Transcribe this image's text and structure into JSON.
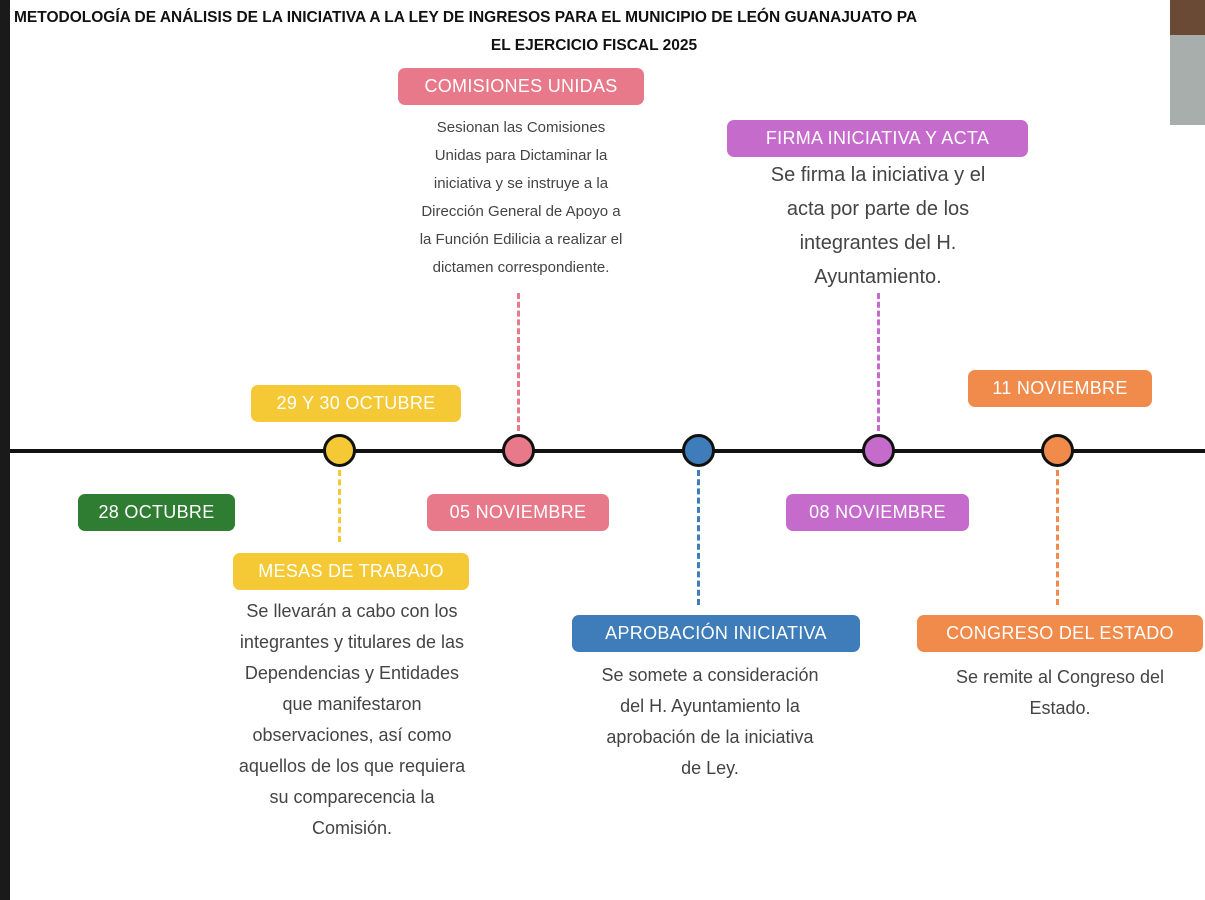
{
  "title": {
    "line1": "METODOLOGÍA DE ANÁLISIS DE LA INICIATIVA A LA LEY DE INGRESOS PARA EL MUNICIPIO DE LEÓN GUANAJUATO PA",
    "line2": "EL EJERCICIO FISCAL 2025"
  },
  "colors": {
    "green": "#2f7d32",
    "yellow": "#f4c935",
    "pink": "#e8798a",
    "blue": "#3e7dba",
    "purple": "#c56bcc",
    "orange": "#f08b4c"
  },
  "milestones": [
    {
      "date": "28 OCTUBRE"
    },
    {
      "date": "29 Y 30 OCTUBRE",
      "heading": "MESAS DE TRABAJO",
      "text": [
        "Se llevarán a cabo con los",
        "integrantes y titulares de las",
        "Dependencias y Entidades",
        "que manifestaron",
        "observaciones, así como",
        "aquellos de los que requiera",
        "su comparecencia la",
        "Comisión."
      ]
    },
    {
      "date": "05 NOVIEMBRE",
      "heading": "COMISIONES UNIDAS",
      "text": [
        "Sesionan las Comisiones",
        "Unidas para Dictaminar la",
        "iniciativa y se instruye a la",
        "Dirección General de Apoyo a",
        "la Función Edilicia a realizar el",
        "dictamen correspondiente."
      ]
    },
    {
      "heading": "APROBACIÓN INICIATIVA",
      "text": [
        "Se somete a consideración",
        "del H. Ayuntamiento la",
        "aprobación de la iniciativa",
        "de Ley."
      ]
    },
    {
      "date": "08 NOVIEMBRE",
      "heading": "FIRMA INICIATIVA Y ACTA",
      "text": [
        "Se firma la iniciativa y el",
        "acta por parte de los",
        "integrantes del H.",
        "Ayuntamiento."
      ]
    },
    {
      "date": "11 NOVIEMBRE",
      "heading": "CONGRESO DEL ESTADO",
      "text": [
        "Se remite al Congreso del",
        "Estado."
      ]
    }
  ]
}
